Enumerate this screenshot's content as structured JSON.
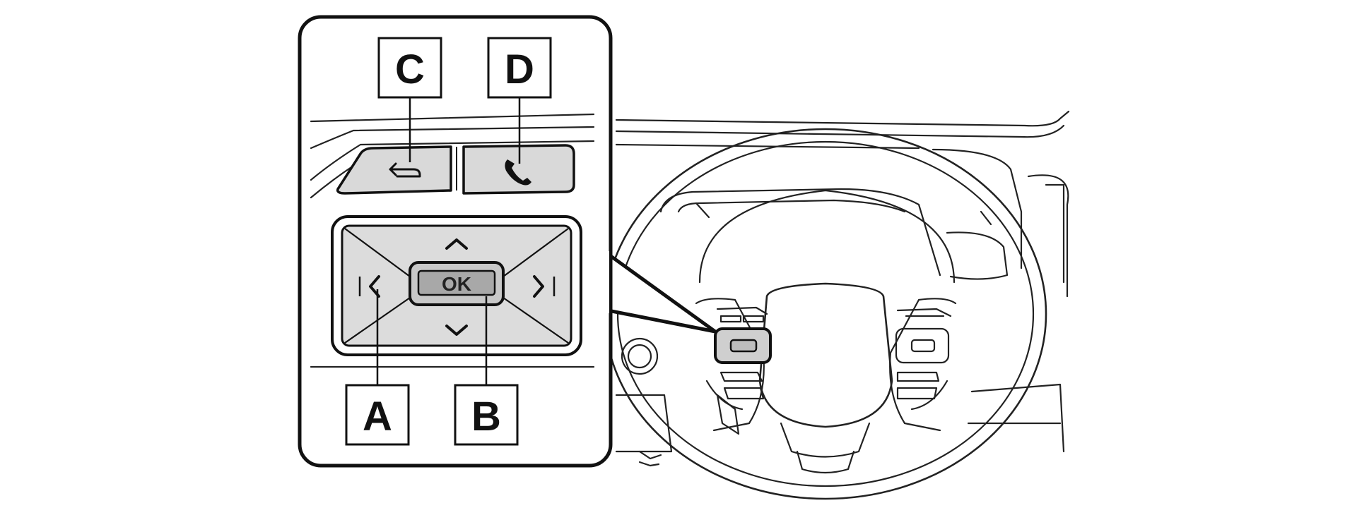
{
  "callouts": {
    "a": "A",
    "b": "B",
    "c": "C",
    "d": "D"
  },
  "buttons": {
    "ok_label": "OK"
  },
  "icons": {
    "back": "back-arrow-icon",
    "phone": "phone-handset-icon",
    "up": "chevron-up-icon",
    "down": "chevron-down-icon",
    "left": "chevron-left-icon",
    "right": "chevron-right-icon"
  },
  "colors": {
    "line": "#111111",
    "pad_fill": "#dcdcdc",
    "ok_fill": "#a8a8a8"
  }
}
